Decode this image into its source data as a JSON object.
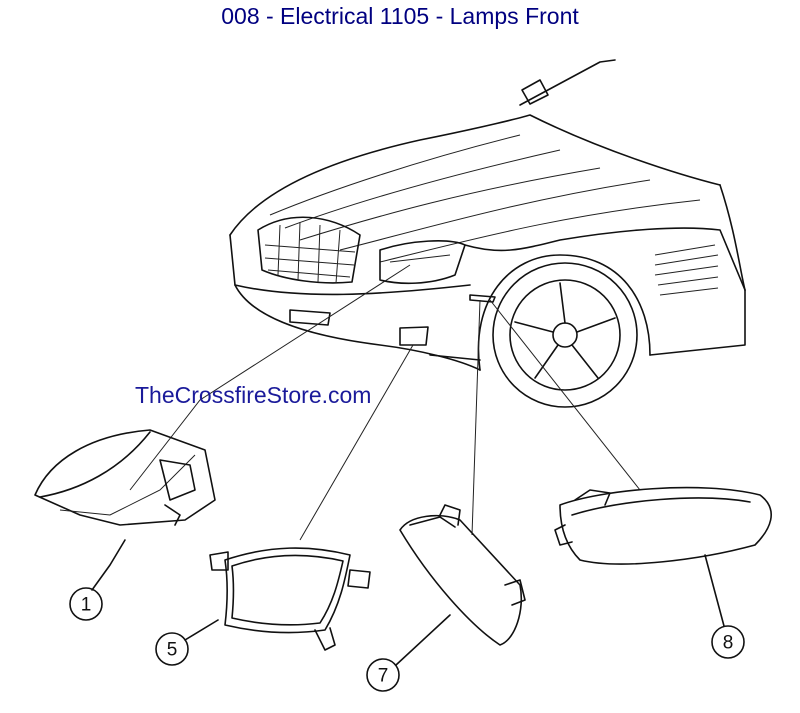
{
  "title": "008 - Electrical 1105 - Lamps Front",
  "watermark": "TheCrossfireStore.com",
  "colors": {
    "title": "#000080",
    "watermark": "#1a1a9a"
  },
  "callouts": [
    {
      "label": "1",
      "part": "headlamp"
    },
    {
      "label": "5",
      "part": "fog-lamp"
    },
    {
      "label": "7",
      "part": "side-marker-lamp"
    },
    {
      "label": "8",
      "part": "turn-signal-lamp"
    }
  ]
}
